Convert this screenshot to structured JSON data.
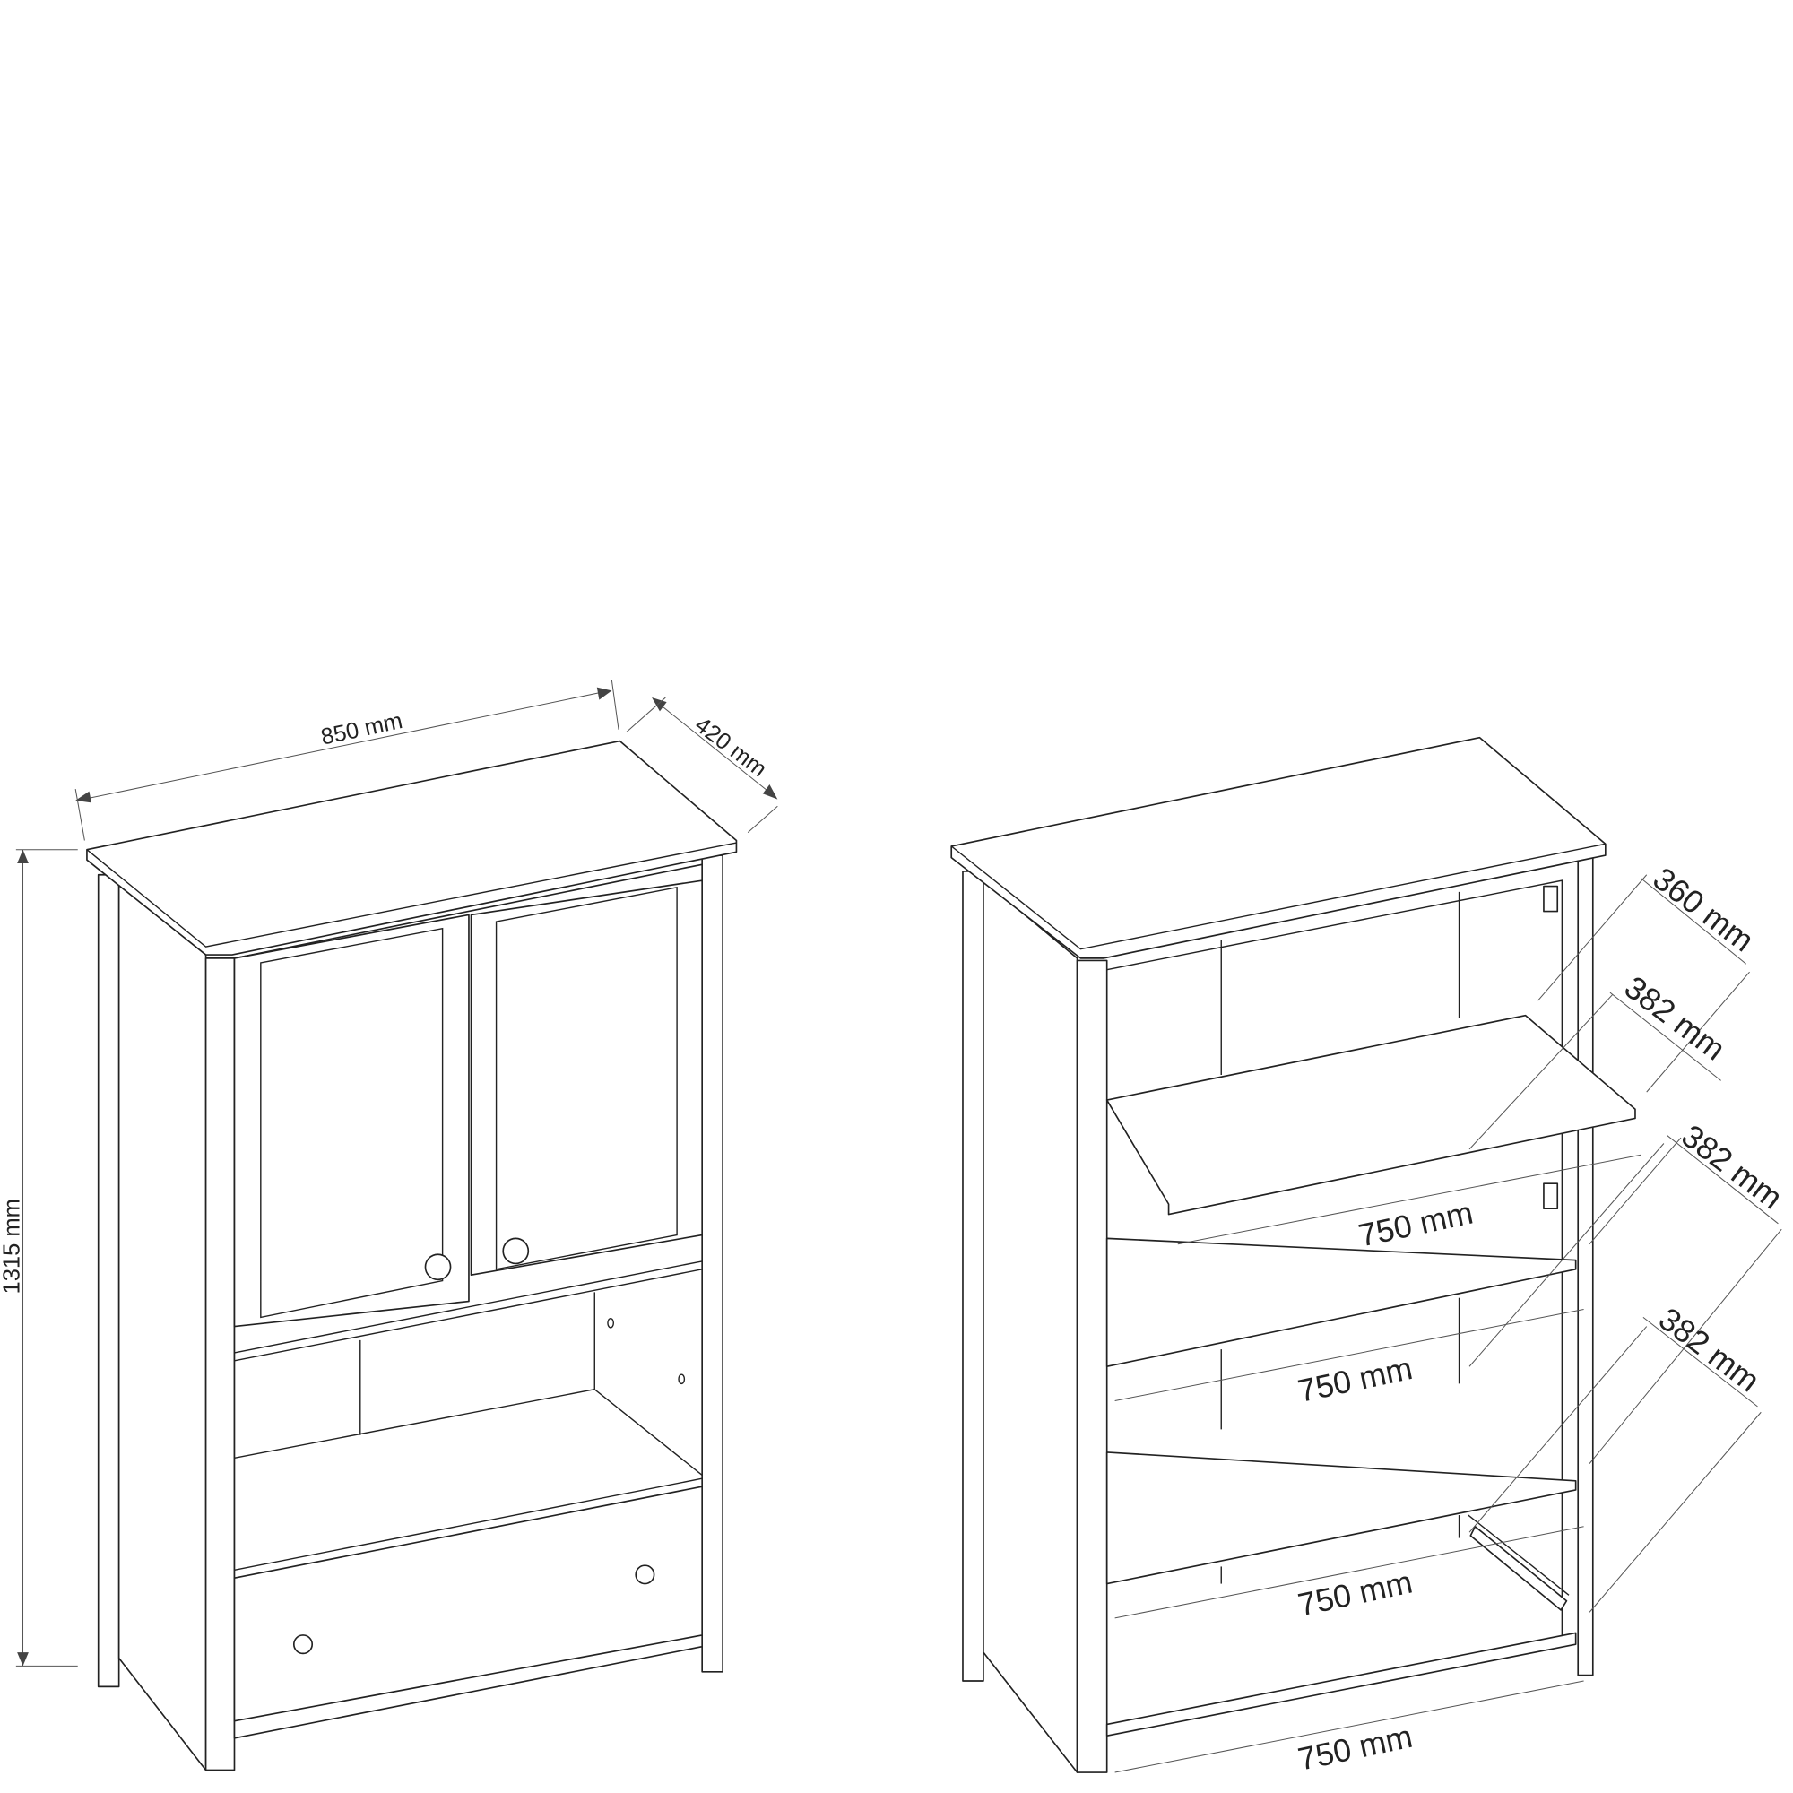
{
  "left_view": {
    "width_label": "850 mm",
    "depth_label": "420 mm",
    "height_label": "1315 mm"
  },
  "right_view": {
    "shelf_spacing_labels": [
      "360 mm",
      "382 mm",
      "382 mm",
      "382 mm"
    ],
    "shelf_width_labels": [
      "750 mm",
      "750 mm",
      "750 mm",
      "750 mm"
    ]
  }
}
